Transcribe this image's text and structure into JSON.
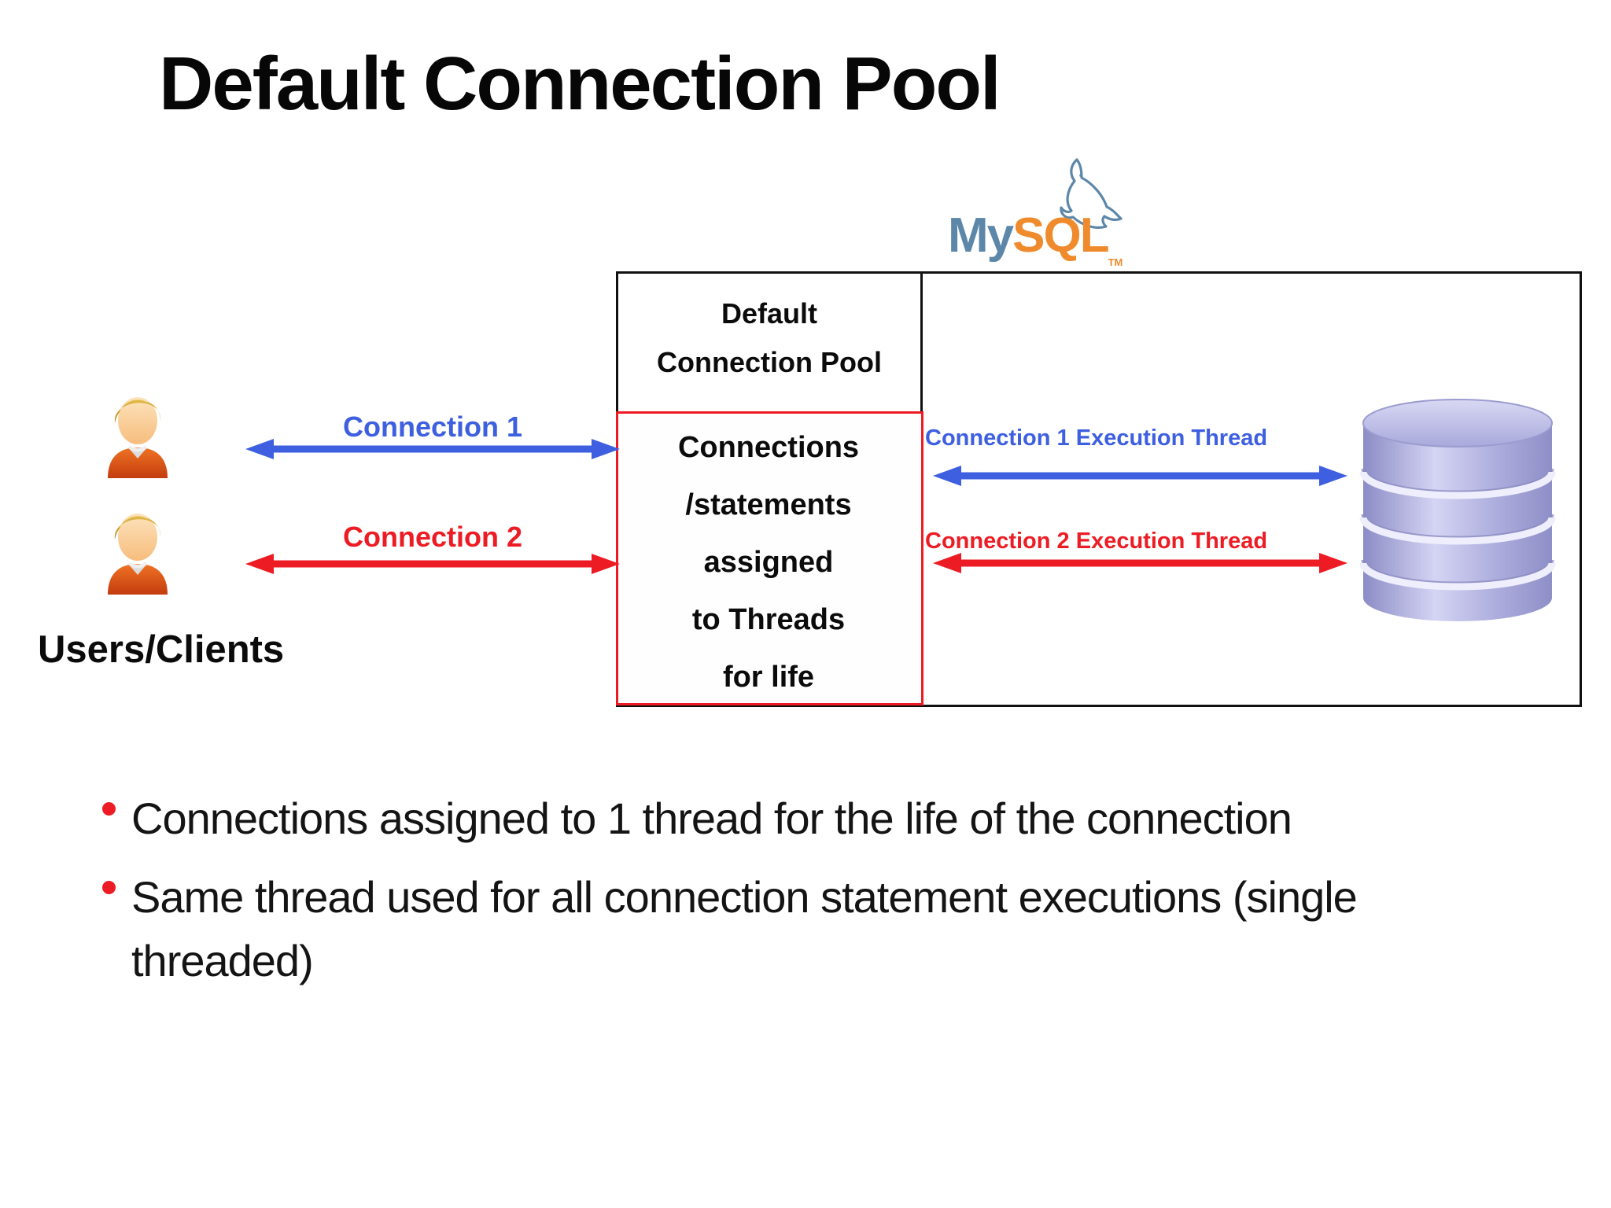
{
  "slide": {
    "title": "Default Connection Pool",
    "users_label": "Users/Clients"
  },
  "mysql_logo": {
    "my": "My",
    "sql": "SQL",
    "tm": "TM"
  },
  "pool_box": {
    "header_line1": "Default",
    "header_line2": "Connection Pool",
    "body_lines": [
      "Connections",
      "/statements",
      "assigned",
      "to Threads",
      "for life"
    ]
  },
  "connections": {
    "conn1_label": "Connection 1",
    "conn2_label": "Connection 2",
    "thread1_label": "Connection 1 Execution Thread",
    "thread2_label": "Connection 2 Execution Thread"
  },
  "bullets": [
    "Connections assigned to 1 thread for the life of the connection",
    "Same thread used for all connection statement executions (single threaded)"
  ],
  "icons": {
    "user": "user-icon",
    "database": "database-cylinder-icon",
    "dolphin": "mysql-dolphin-icon"
  },
  "colors": {
    "blue": "#3d5fe0",
    "red": "#ed1c24",
    "mysql_blue": "#5d87a8",
    "mysql_orange": "#ef8b2c",
    "db_lavender": "#b3b3e2"
  }
}
